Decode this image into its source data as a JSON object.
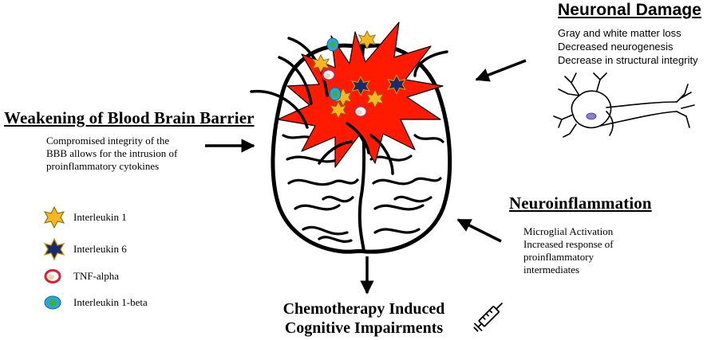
{
  "neuronal_damage": {
    "title": "Neuronal Damage",
    "lines": [
      "Gray and white matter loss",
      "Decreased neurogenesis",
      "Decrease in structural integrity"
    ]
  },
  "bbb": {
    "title": "Weakening of Blood Brain Barrier",
    "lines": [
      "Compromised integrity of the",
      "BBB allows for the intrusion of",
      "proinflammatory cytokines"
    ]
  },
  "neuroinflammation": {
    "title": "Neuroinflammation",
    "lines": [
      "Microglial Activation",
      "Increased response of",
      "proinflammatory",
      "intermediates"
    ]
  },
  "legend": [
    {
      "label": "Interleukin 1",
      "icon": "yellow-star-icon",
      "color": "#f5b820"
    },
    {
      "label": "Interleukin 6",
      "icon": "navy-star-icon",
      "color": "#1b2a6e"
    },
    {
      "label": "TNF-alpha",
      "icon": "tnf-cell-icon",
      "color": "#e11d2e"
    },
    {
      "label": "Interleukin 1-beta",
      "icon": "il1b-cell-icon",
      "color": "#2aa7d6"
    }
  ],
  "outcome": {
    "lines": [
      "Chemotherapy Induced",
      "Cognitive Impairments"
    ],
    "icon": "syringe-icon"
  },
  "colors": {
    "burst_red": "#ff1a00",
    "il1_yellow": "#f5b820",
    "il6_navy": "#1b2a6e",
    "tnf_red": "#e11d2e",
    "il1b_blue": "#2aa7d6",
    "il1b_green": "#3fae49"
  }
}
